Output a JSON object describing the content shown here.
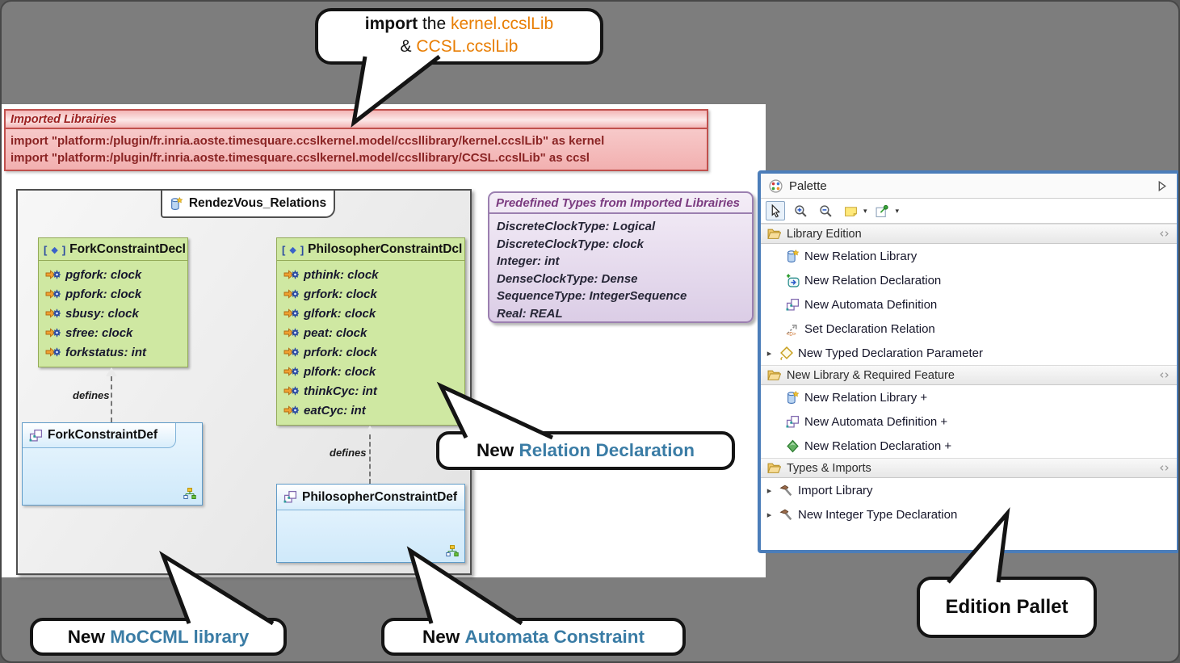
{
  "callouts": {
    "import_callout": {
      "line1_bold": "import",
      "line1_mid": " the ",
      "line1_accent": "kernel.ccslLib",
      "line2_prefix": "& ",
      "line2_accent": "CCSL.ccslLib"
    },
    "relation_declaration_callout": {
      "prefix": "New ",
      "accent": "Relation Declaration"
    },
    "moccml_callout": {
      "prefix": "New ",
      "accent": "MoCCML library"
    },
    "automata_callout": {
      "prefix": "New ",
      "accent": "Automata Constraint"
    },
    "edition_callout": {
      "label": "Edition Pallet"
    }
  },
  "imported_libraries": {
    "title": "Imported Librairies",
    "lines": [
      "import \"platform:/plugin/fr.inria.aoste.timesquare.ccslkernel.model/ccsllibrary/kernel.ccslLib\" as kernel",
      "import \"platform:/plugin/fr.inria.aoste.timesquare.ccslkernel.model/ccsllibrary/CCSL.ccslLib\" as ccsl"
    ]
  },
  "diagram": {
    "tab_label": "RendezVous_Relations",
    "defines_label": "defines",
    "fork_decl": {
      "title": "ForkConstraintDecl",
      "attrs": [
        "pgfork: clock",
        "ppfork: clock",
        "sbusy: clock",
        "sfree: clock",
        "forkstatus: int"
      ]
    },
    "philosopher_decl": {
      "title": "PhilosopherConstraintDcl",
      "attrs": [
        "pthink: clock",
        "grfork: clock",
        "glfork: clock",
        "peat: clock",
        "prfork: clock",
        "plfork: clock",
        "thinkCyc: int",
        "eatCyc: int"
      ]
    },
    "fork_def": {
      "title": "ForkConstraintDef"
    },
    "philosopher_def": {
      "title": "PhilosopherConstraintDef"
    }
  },
  "predefined_types": {
    "title": "Predefined Types from Imported Librairies",
    "items": [
      "DiscreteClockType: Logical",
      "DiscreteClockType: clock",
      "Integer: int",
      "DenseClockType: Dense",
      "SequenceType: IntegerSequence",
      "Real: REAL"
    ]
  },
  "palette": {
    "title": "Palette",
    "sections": [
      {
        "title": "Library Edition",
        "items": [
          {
            "label": "New Relation Library",
            "icon": "relation-library-icon"
          },
          {
            "label": "New Relation Declaration",
            "icon": "relation-declaration-icon"
          },
          {
            "label": "New Automata Definition",
            "icon": "automata-definition-icon"
          },
          {
            "label": "Set Declaration Relation",
            "icon": "set-declaration-relation-icon"
          },
          {
            "label": "New Typed Declaration Parameter",
            "icon": "typed-declaration-parameter-icon"
          }
        ]
      },
      {
        "title": "New Library & Required Feature",
        "items": [
          {
            "label": "New Relation Library +",
            "icon": "relation-library-icon"
          },
          {
            "label": "New Automata Definition +",
            "icon": "automata-definition-icon"
          },
          {
            "label": "New Relation Declaration +",
            "icon": "green-diamond-icon"
          }
        ]
      },
      {
        "title": "Types & Imports",
        "items": [
          {
            "label": "Import Library",
            "icon": "hammer-icon"
          },
          {
            "label": "New Integer Type Declaration",
            "icon": "hammer-icon"
          }
        ]
      }
    ]
  },
  "colors": {
    "accent_orange": "#e87e04",
    "accent_blue": "#3a7ca5",
    "palette_frame": "#4b7db9",
    "declaration_green": "#cfe8a2",
    "definition_blue": "#d9edfb",
    "imported_red_border": "#c0504d",
    "types_purple": "#9b7fb0",
    "background_gray": "#7d7d7d"
  }
}
